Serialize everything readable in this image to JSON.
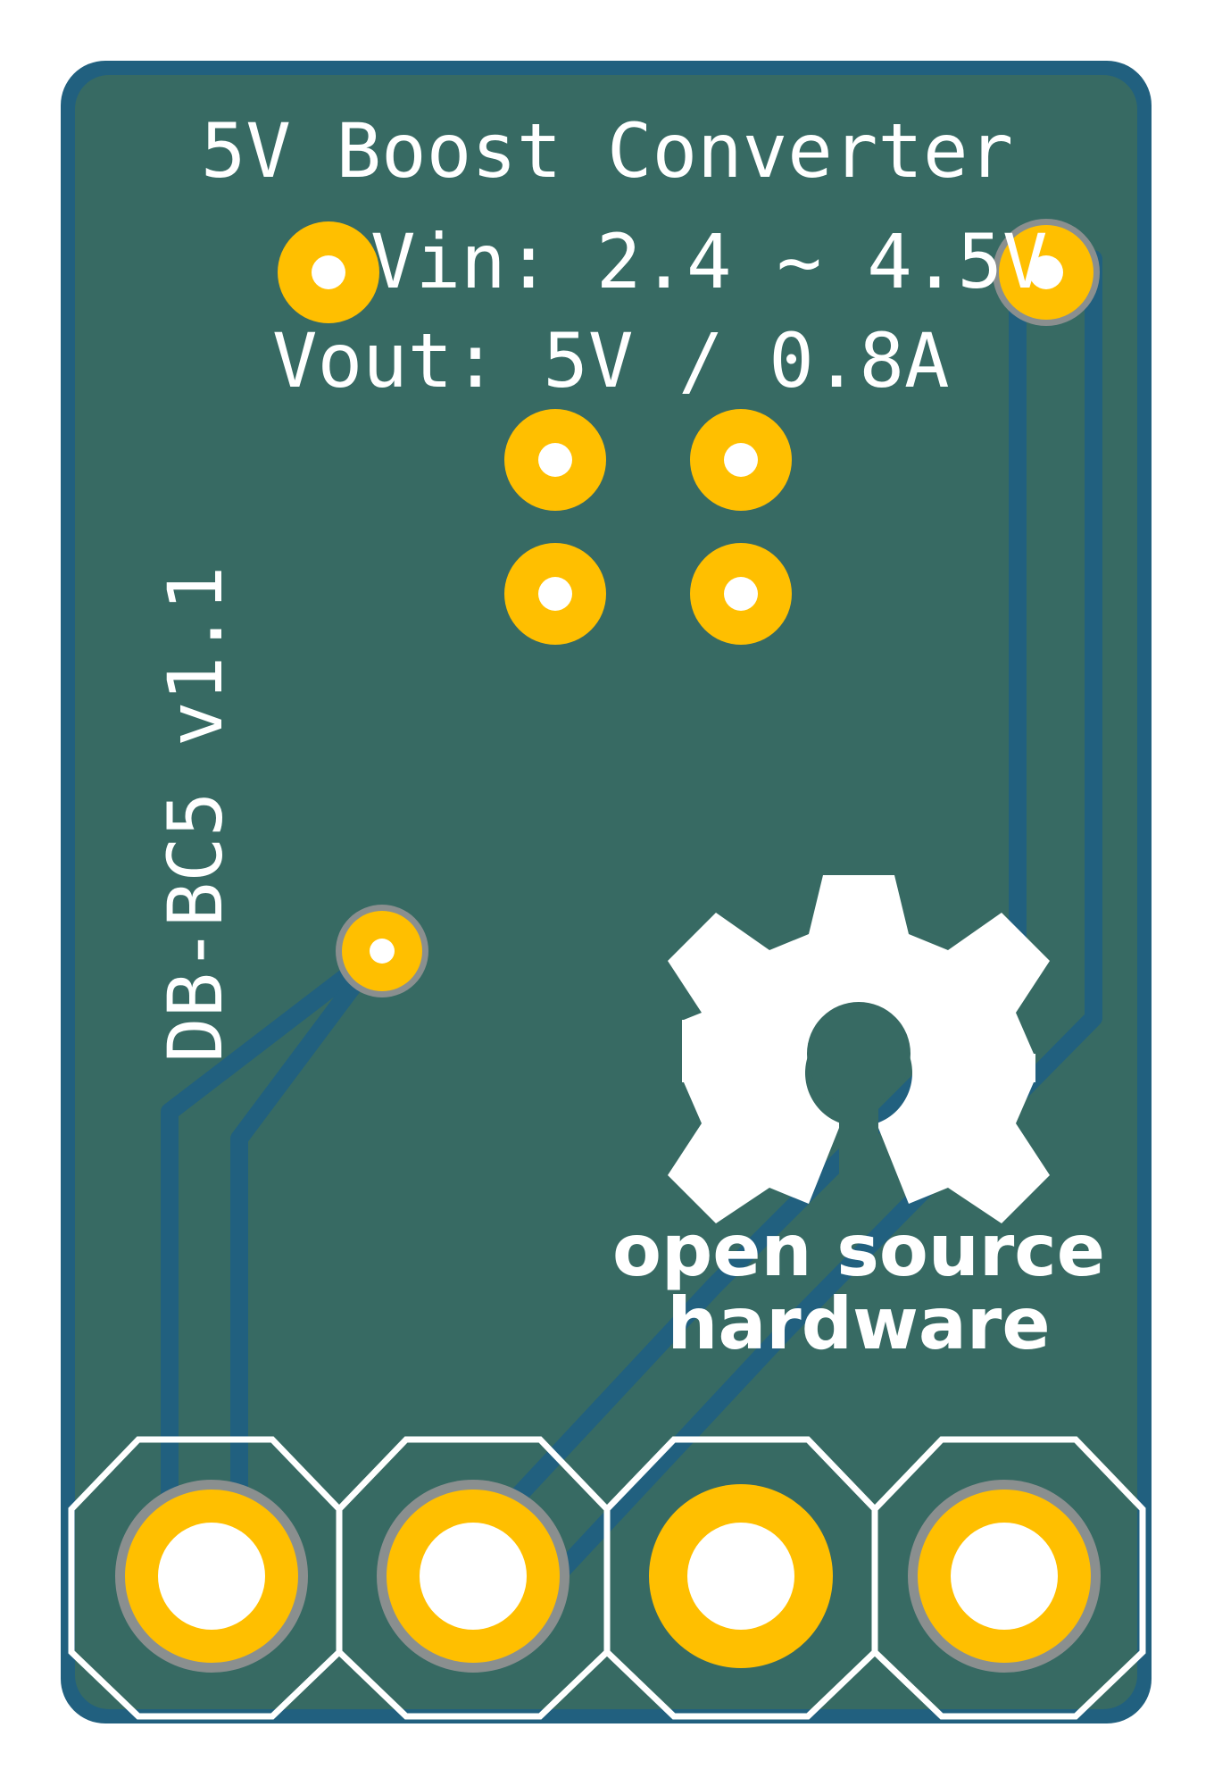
{
  "board": {
    "colors": {
      "substrate": "#376a63",
      "copper_trace": "#21607f",
      "board_edge": "#21607f",
      "pad": "#ffbf00",
      "pad_ring": "#8a8f8f",
      "drill": "#ffffff",
      "silkscreen": "#ffffff"
    },
    "silkscreen": {
      "title": "5V Boost Converter",
      "vin": "Vin: 2.4 ~ 4.5V",
      "vout": "Vout: 5V / 0.8A",
      "model": "DB-BC5 v1.1"
    },
    "logo": {
      "line1": "open source",
      "line2": "hardware",
      "icon": "oshw-gear-icon"
    },
    "header_pins_count": 4
  }
}
